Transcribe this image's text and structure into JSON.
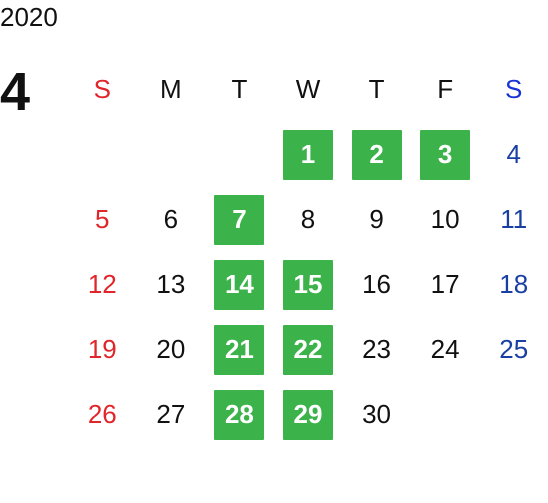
{
  "calendar": {
    "year": "2020",
    "month": "4",
    "weekdays": [
      "S",
      "M",
      "T",
      "W",
      "T",
      "F",
      "S"
    ],
    "colors": {
      "highlight": "#3cb34a",
      "sunday": "#e0262a",
      "saturday": "#1a3fa3",
      "saturday_header": "#1733d6",
      "text": "#111111"
    },
    "weeks": [
      [
        null,
        null,
        null,
        {
          "day": "1",
          "hl": true
        },
        {
          "day": "2",
          "hl": true
        },
        {
          "day": "3",
          "hl": true
        },
        {
          "day": "4",
          "hl": false
        }
      ],
      [
        {
          "day": "5",
          "hl": false
        },
        {
          "day": "6",
          "hl": false
        },
        {
          "day": "7",
          "hl": true
        },
        {
          "day": "8",
          "hl": false
        },
        {
          "day": "9",
          "hl": false
        },
        {
          "day": "10",
          "hl": false
        },
        {
          "day": "11",
          "hl": false
        }
      ],
      [
        {
          "day": "12",
          "hl": false
        },
        {
          "day": "13",
          "hl": false
        },
        {
          "day": "14",
          "hl": true
        },
        {
          "day": "15",
          "hl": true
        },
        {
          "day": "16",
          "hl": false
        },
        {
          "day": "17",
          "hl": false
        },
        {
          "day": "18",
          "hl": false
        }
      ],
      [
        {
          "day": "19",
          "hl": false
        },
        {
          "day": "20",
          "hl": false
        },
        {
          "day": "21",
          "hl": true
        },
        {
          "day": "22",
          "hl": true
        },
        {
          "day": "23",
          "hl": false
        },
        {
          "day": "24",
          "hl": false
        },
        {
          "day": "25",
          "hl": false
        }
      ],
      [
        {
          "day": "26",
          "hl": false
        },
        {
          "day": "27",
          "hl": false
        },
        {
          "day": "28",
          "hl": true
        },
        {
          "day": "29",
          "hl": true
        },
        {
          "day": "30",
          "hl": false
        },
        null,
        null
      ]
    ]
  }
}
